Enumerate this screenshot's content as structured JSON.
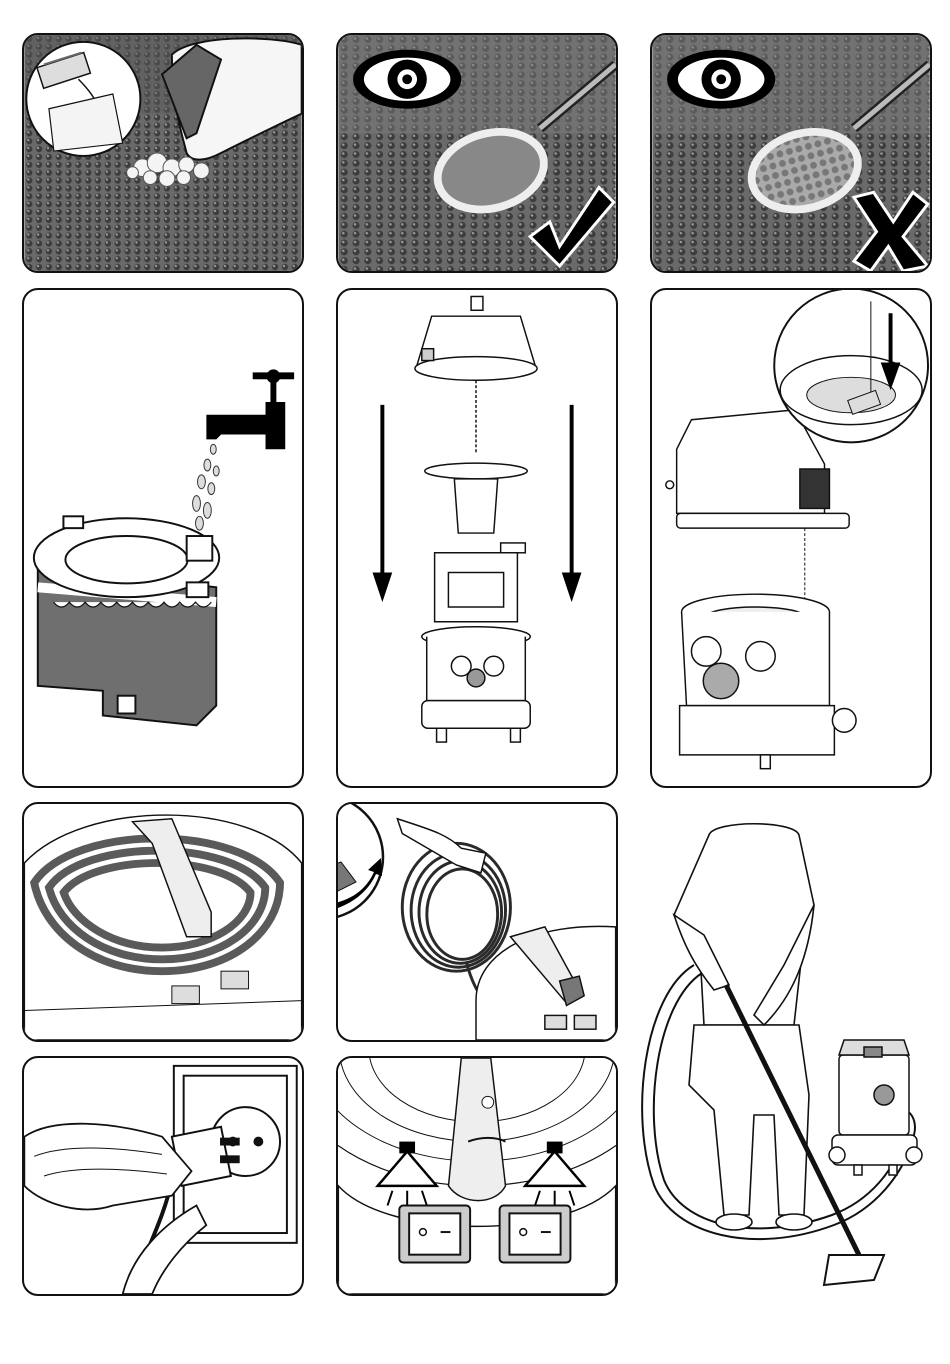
{
  "page": {
    "panels": [
      {
        "id": "apply-detergent",
        "label": ""
      },
      {
        "id": "inspect-ok",
        "label": ""
      },
      {
        "id": "inspect-not-ok",
        "label": ""
      },
      {
        "id": "fill-tank",
        "label": ""
      },
      {
        "id": "assembly-order",
        "label": ""
      },
      {
        "id": "insert-hose",
        "label": ""
      },
      {
        "id": "cable-wound",
        "label": ""
      },
      {
        "id": "unwind-cable",
        "label": ""
      },
      {
        "id": "plug-in",
        "label": ""
      },
      {
        "id": "switches",
        "label": ""
      },
      {
        "id": "operator-cleaning",
        "label": ""
      }
    ]
  },
  "icons": {
    "eye": "eye-icon",
    "check": "check-mark-icon",
    "cross": "cross-mark-icon",
    "arrow_down": "arrow-down-icon",
    "arrow_curved": "curved-arrow-icon",
    "spray": "spray-nozzle-icon",
    "switch": "rocker-switch-icon"
  },
  "colors": {
    "outline": "#111111",
    "carpet_dark": "#4a4a4a",
    "carpet_mid": "#7a7a7a",
    "tank_fill": "#6f6f6f",
    "cable": "#5a5a5a",
    "background": "#ffffff"
  }
}
